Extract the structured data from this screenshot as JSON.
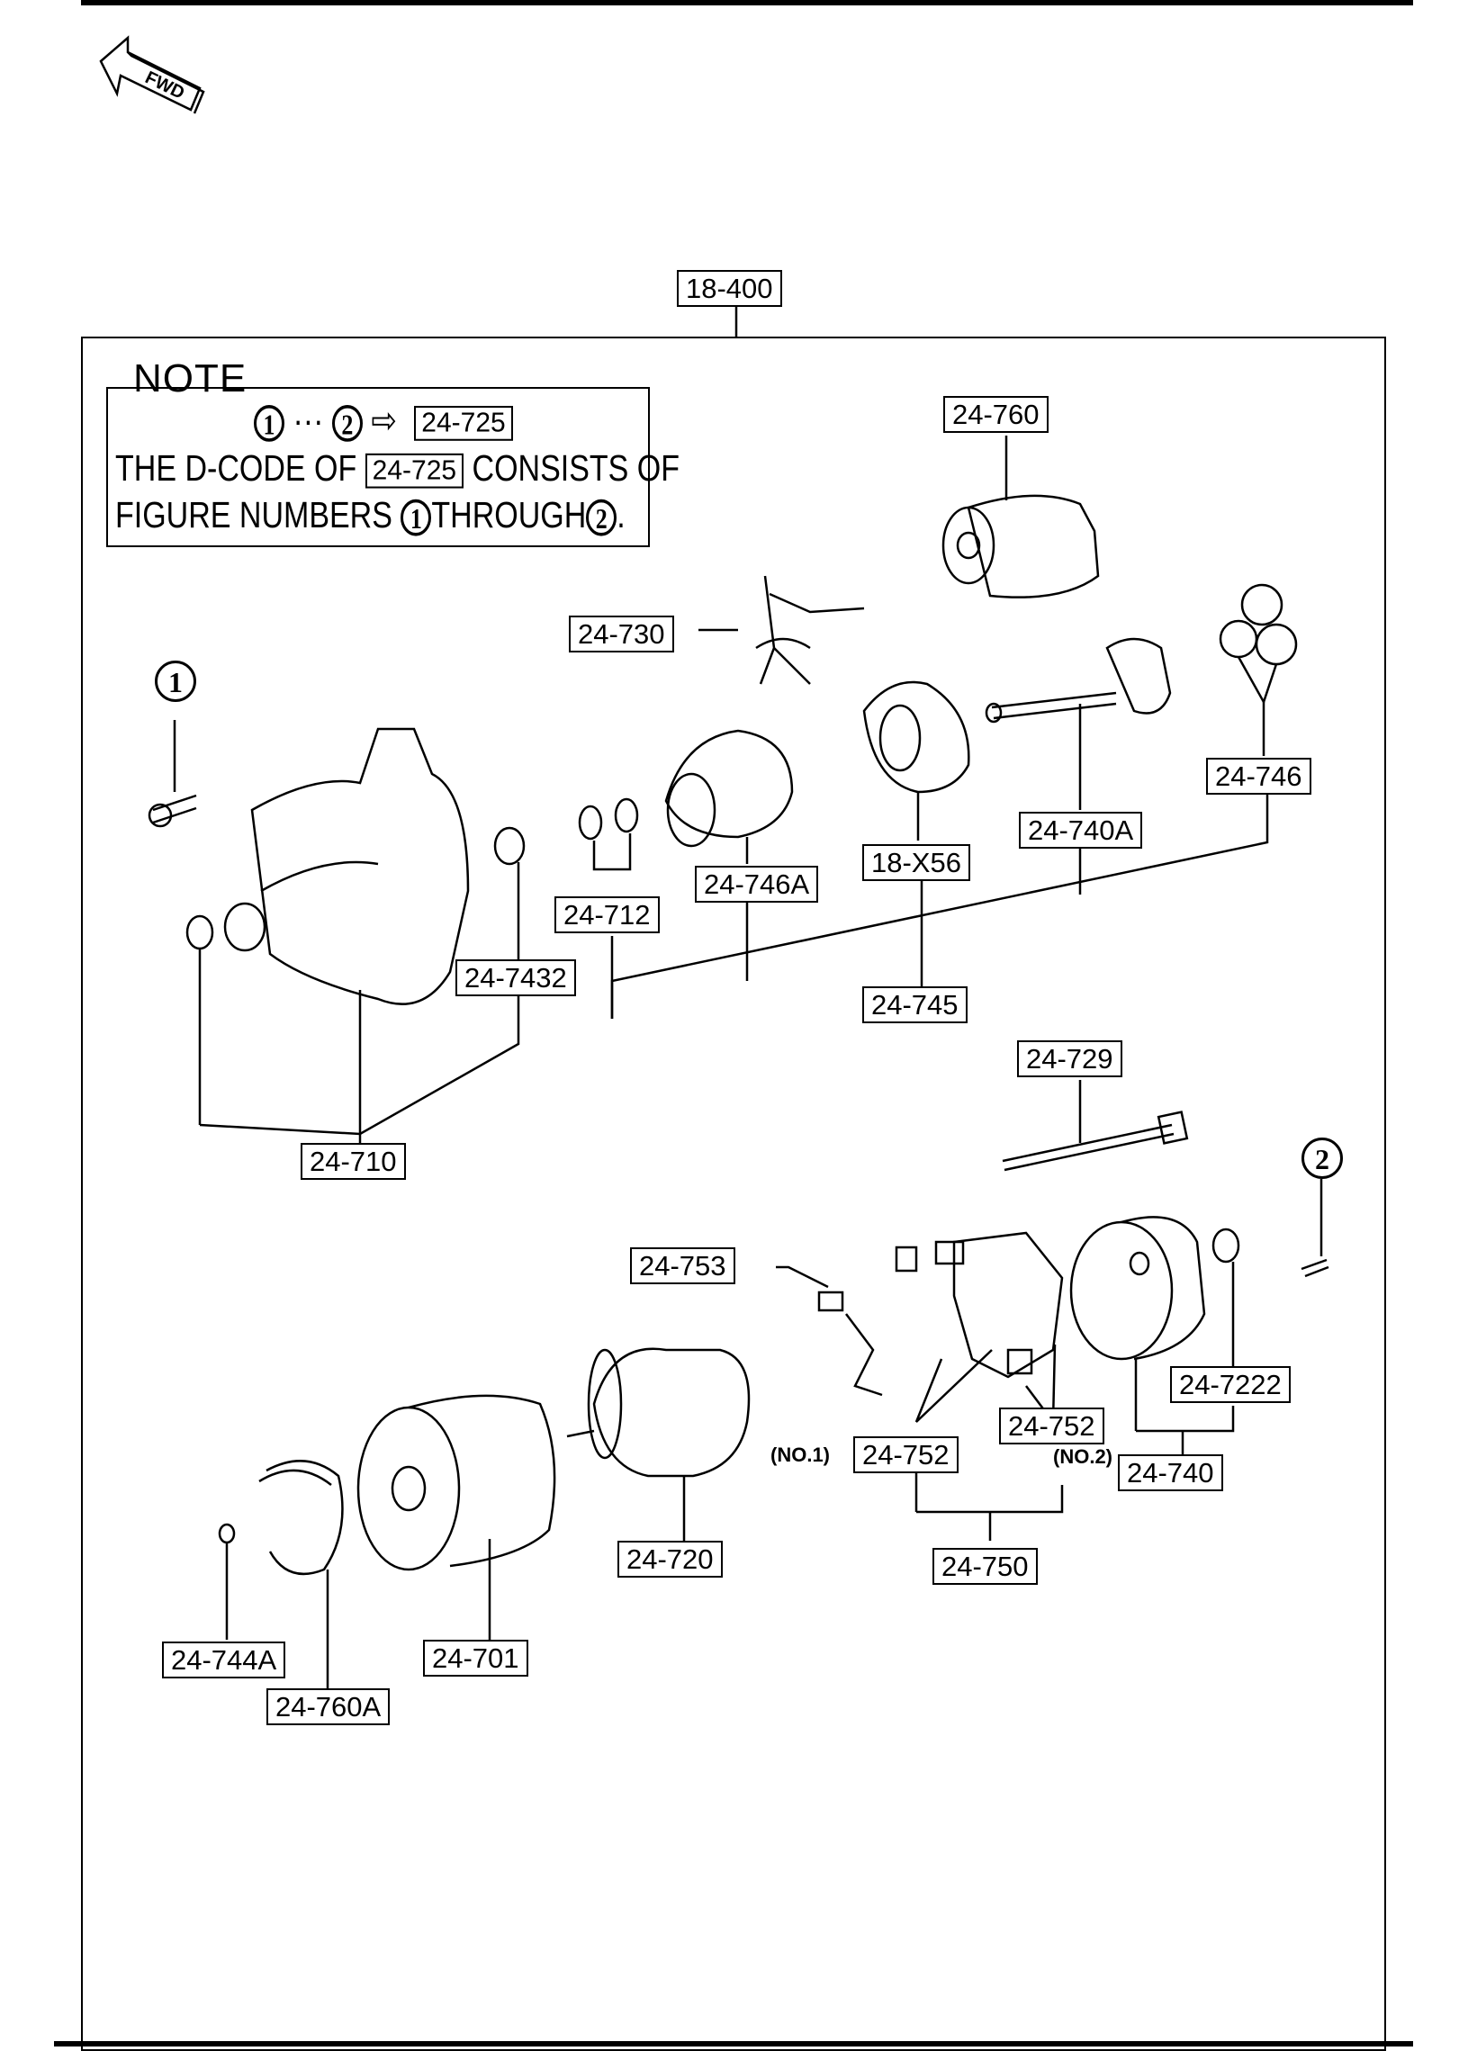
{
  "fwd_label": "FWD",
  "assembly_code": "18-400",
  "note": {
    "title": "NOTE",
    "range_start": "1",
    "range_sep": "···",
    "range_end": "2",
    "range_arrow": "⇨",
    "range_code": "24-725",
    "line2_pre": "THE D-CODE OF",
    "line2_code": "24-725",
    "line2_post": "CONSISTS OF",
    "line3_pre": "FIGURE NUMBERS",
    "line3_n1": "1",
    "line3_mid": "THROUGH",
    "line3_n2": "2",
    "line3_end": "."
  },
  "callouts": {
    "c1": "1",
    "c2": "2"
  },
  "labels": {
    "p24_760": "24-760",
    "p24_730": "24-730",
    "p24_746": "24-746",
    "p24_740A": "24-740A",
    "p18_X56": "18-X56",
    "p24_746A": "24-746A",
    "p24_712": "24-712",
    "p24_7432": "24-7432",
    "p24_745": "24-745",
    "p24_710": "24-710",
    "p24_729": "24-729",
    "p24_753": "24-753",
    "p24_7222": "24-7222",
    "p24_752_no2": "24-752",
    "p24_752_no1": "24-752",
    "p24_740": "24-740",
    "p24_720": "24-720",
    "p24_750": "24-750",
    "p24_744A": "24-744A",
    "p24_701": "24-701",
    "p24_760A": "24-760A"
  },
  "tags": {
    "no1": "(NO.1)",
    "no2": "(NO.2)"
  }
}
